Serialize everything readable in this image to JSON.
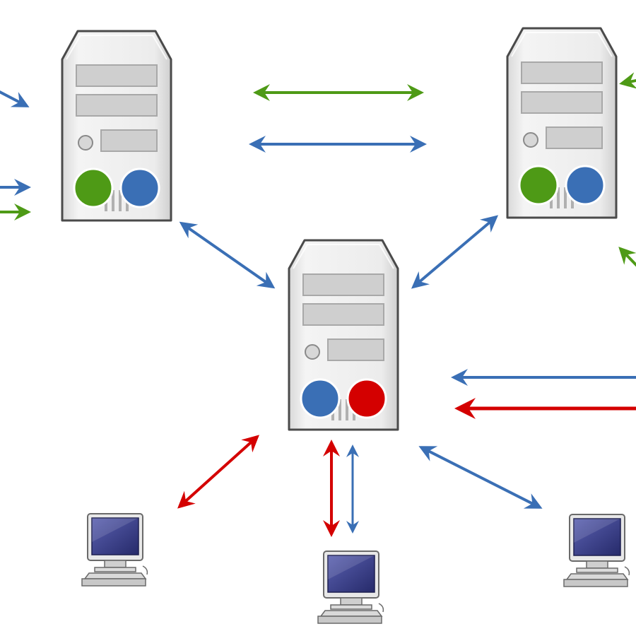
{
  "colors": {
    "blue": "#3a6fb5",
    "green": "#4e9a16",
    "red": "#d40000",
    "server_body": "#ededed",
    "server_outline": "#4a4a4a",
    "monitor_screen": "#3a3f8a"
  },
  "servers": [
    {
      "id": "server-left",
      "icon": "server-icon",
      "indicators": [
        "green",
        "blue"
      ]
    },
    {
      "id": "server-right",
      "icon": "server-icon",
      "indicators": [
        "green",
        "blue"
      ]
    },
    {
      "id": "server-center",
      "icon": "server-icon",
      "indicators": [
        "blue",
        "red"
      ]
    }
  ],
  "workstations": [
    {
      "id": "workstation-left",
      "icon": "computer-icon"
    },
    {
      "id": "workstation-center",
      "icon": "computer-icon"
    },
    {
      "id": "workstation-right",
      "icon": "computer-icon"
    }
  ],
  "connections": [
    {
      "from": "offscreen-left",
      "to": "server-left",
      "color": "blue",
      "direction": "to"
    },
    {
      "from": "offscreen-left",
      "to": "server-left",
      "color": "blue",
      "direction": "to"
    },
    {
      "from": "offscreen-left",
      "to": "server-left",
      "color": "green",
      "direction": "to"
    },
    {
      "from": "server-left",
      "to": "server-right",
      "color": "green",
      "direction": "both"
    },
    {
      "from": "server-left",
      "to": "server-right",
      "color": "blue",
      "direction": "both"
    },
    {
      "from": "server-left",
      "to": "server-center",
      "color": "blue",
      "direction": "both"
    },
    {
      "from": "server-right",
      "to": "server-center",
      "color": "blue",
      "direction": "both"
    },
    {
      "from": "server-right",
      "to": "offscreen-right",
      "color": "green",
      "direction": "from"
    },
    {
      "from": "offscreen-right",
      "to": "server-right",
      "color": "green",
      "direction": "to"
    },
    {
      "from": "offscreen-right",
      "to": "server-center",
      "color": "blue",
      "direction": "to"
    },
    {
      "from": "server-center",
      "to": "offscreen-right",
      "color": "red",
      "direction": "both"
    },
    {
      "from": "server-center",
      "to": "workstation-left",
      "color": "red",
      "direction": "both"
    },
    {
      "from": "server-center",
      "to": "workstation-center",
      "color": "red",
      "direction": "both"
    },
    {
      "from": "server-center",
      "to": "workstation-center",
      "color": "blue",
      "direction": "both"
    },
    {
      "from": "server-center",
      "to": "workstation-right",
      "color": "blue",
      "direction": "both"
    }
  ]
}
